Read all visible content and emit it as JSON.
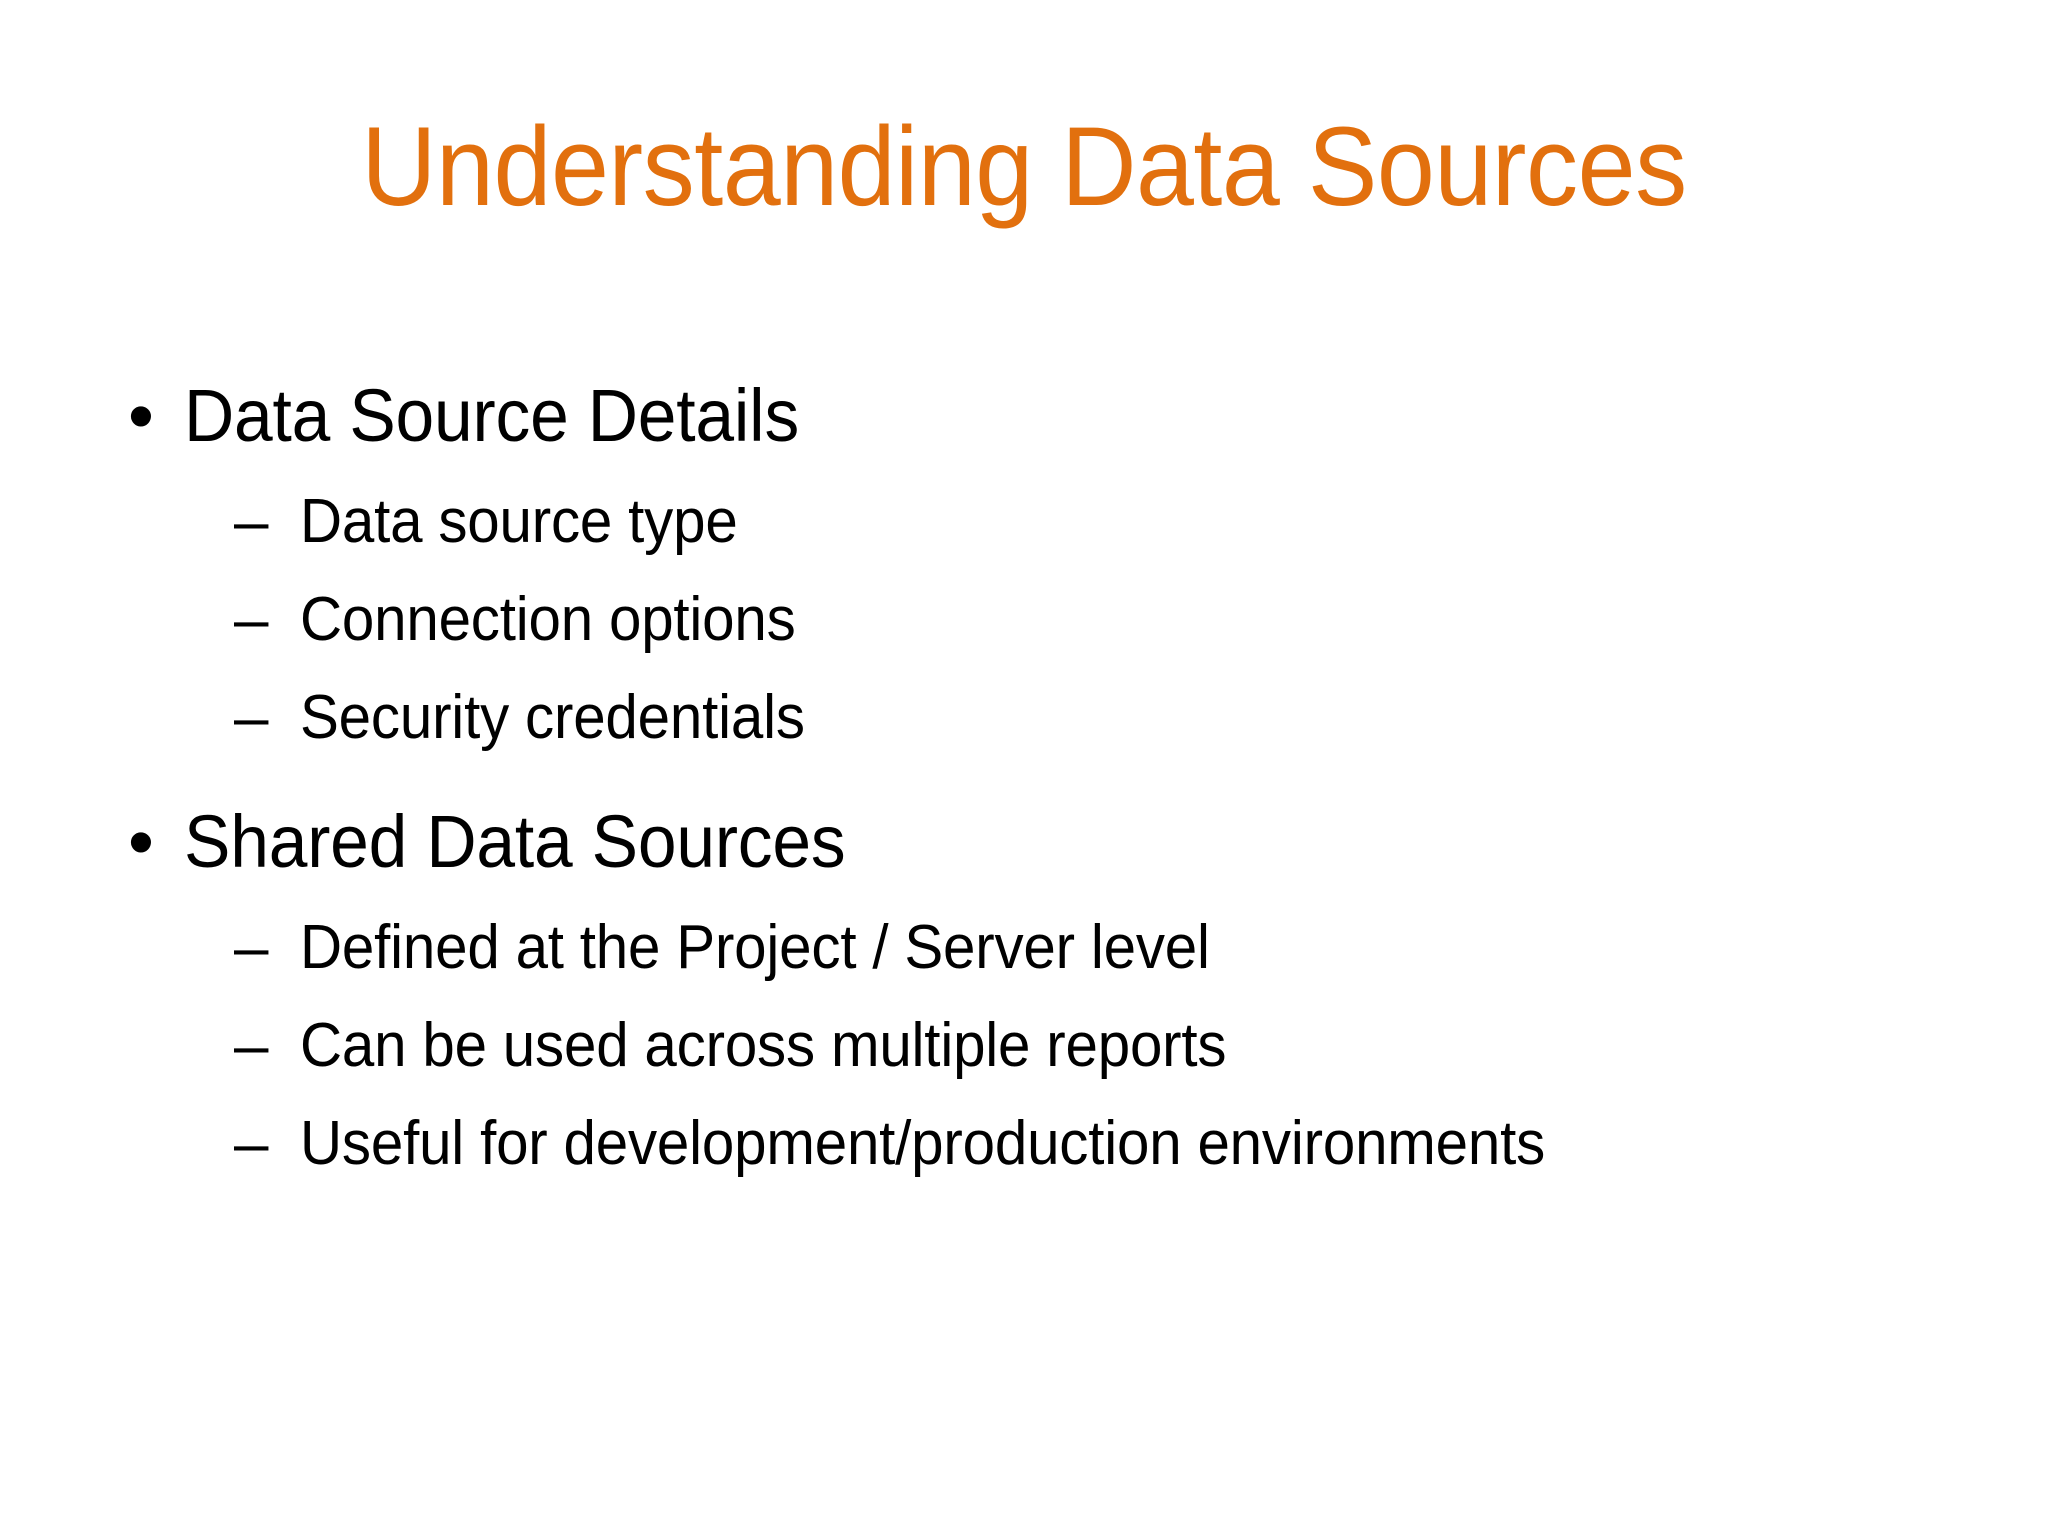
{
  "slide": {
    "background_color": "#FFFFFF",
    "title": {
      "text": "Understanding Data Sources",
      "color": "#E2700E"
    },
    "body": {
      "text_color": "#000000",
      "level1_marker": "•",
      "level2_marker": "–",
      "groups": [
        {
          "heading": "Data Source Details",
          "items": [
            "Data source type",
            "Connection options",
            "Security credentials"
          ]
        },
        {
          "heading": "Shared Data Sources",
          "items": [
            "Defined at the Project / Server level",
            "Can be used across multiple reports",
            "Useful for development/production environments"
          ]
        }
      ]
    }
  }
}
